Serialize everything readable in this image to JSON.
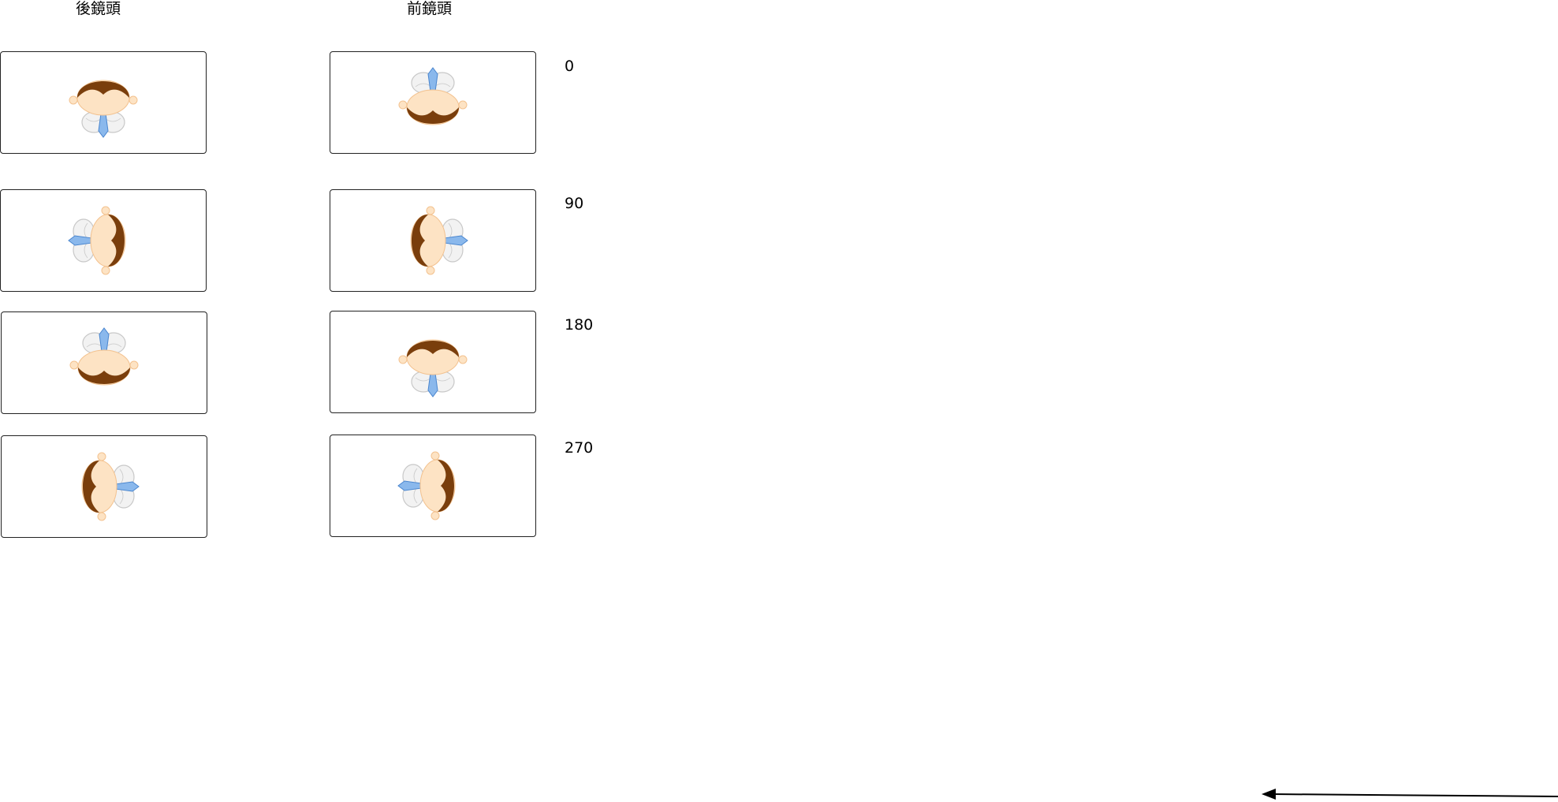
{
  "headers": {
    "rear_camera": "後鏡頭",
    "front_camera": "前鏡頭"
  },
  "rows": [
    {
      "angle": "0",
      "rear_rotation": 0,
      "front_rotation": 180
    },
    {
      "angle": "90",
      "rear_rotation": 90,
      "front_rotation": 270
    },
    {
      "angle": "180",
      "rear_rotation": 180,
      "front_rotation": 0
    },
    {
      "angle": "270",
      "rear_rotation": 270,
      "front_rotation": 90
    }
  ],
  "colors": {
    "hair": "#7a3e0c",
    "skin": "#fde3c4",
    "skin_edge": "#f3c28f",
    "shirt": "#f2f2f2",
    "shirt_edge": "#c8c8c8",
    "tie": "#8ab8ec",
    "tie_edge": "#4a86cf",
    "line": "#000000"
  },
  "icons": {
    "person": "user-avatar-topdown-icon",
    "arrow": "arrow-left-icon"
  }
}
